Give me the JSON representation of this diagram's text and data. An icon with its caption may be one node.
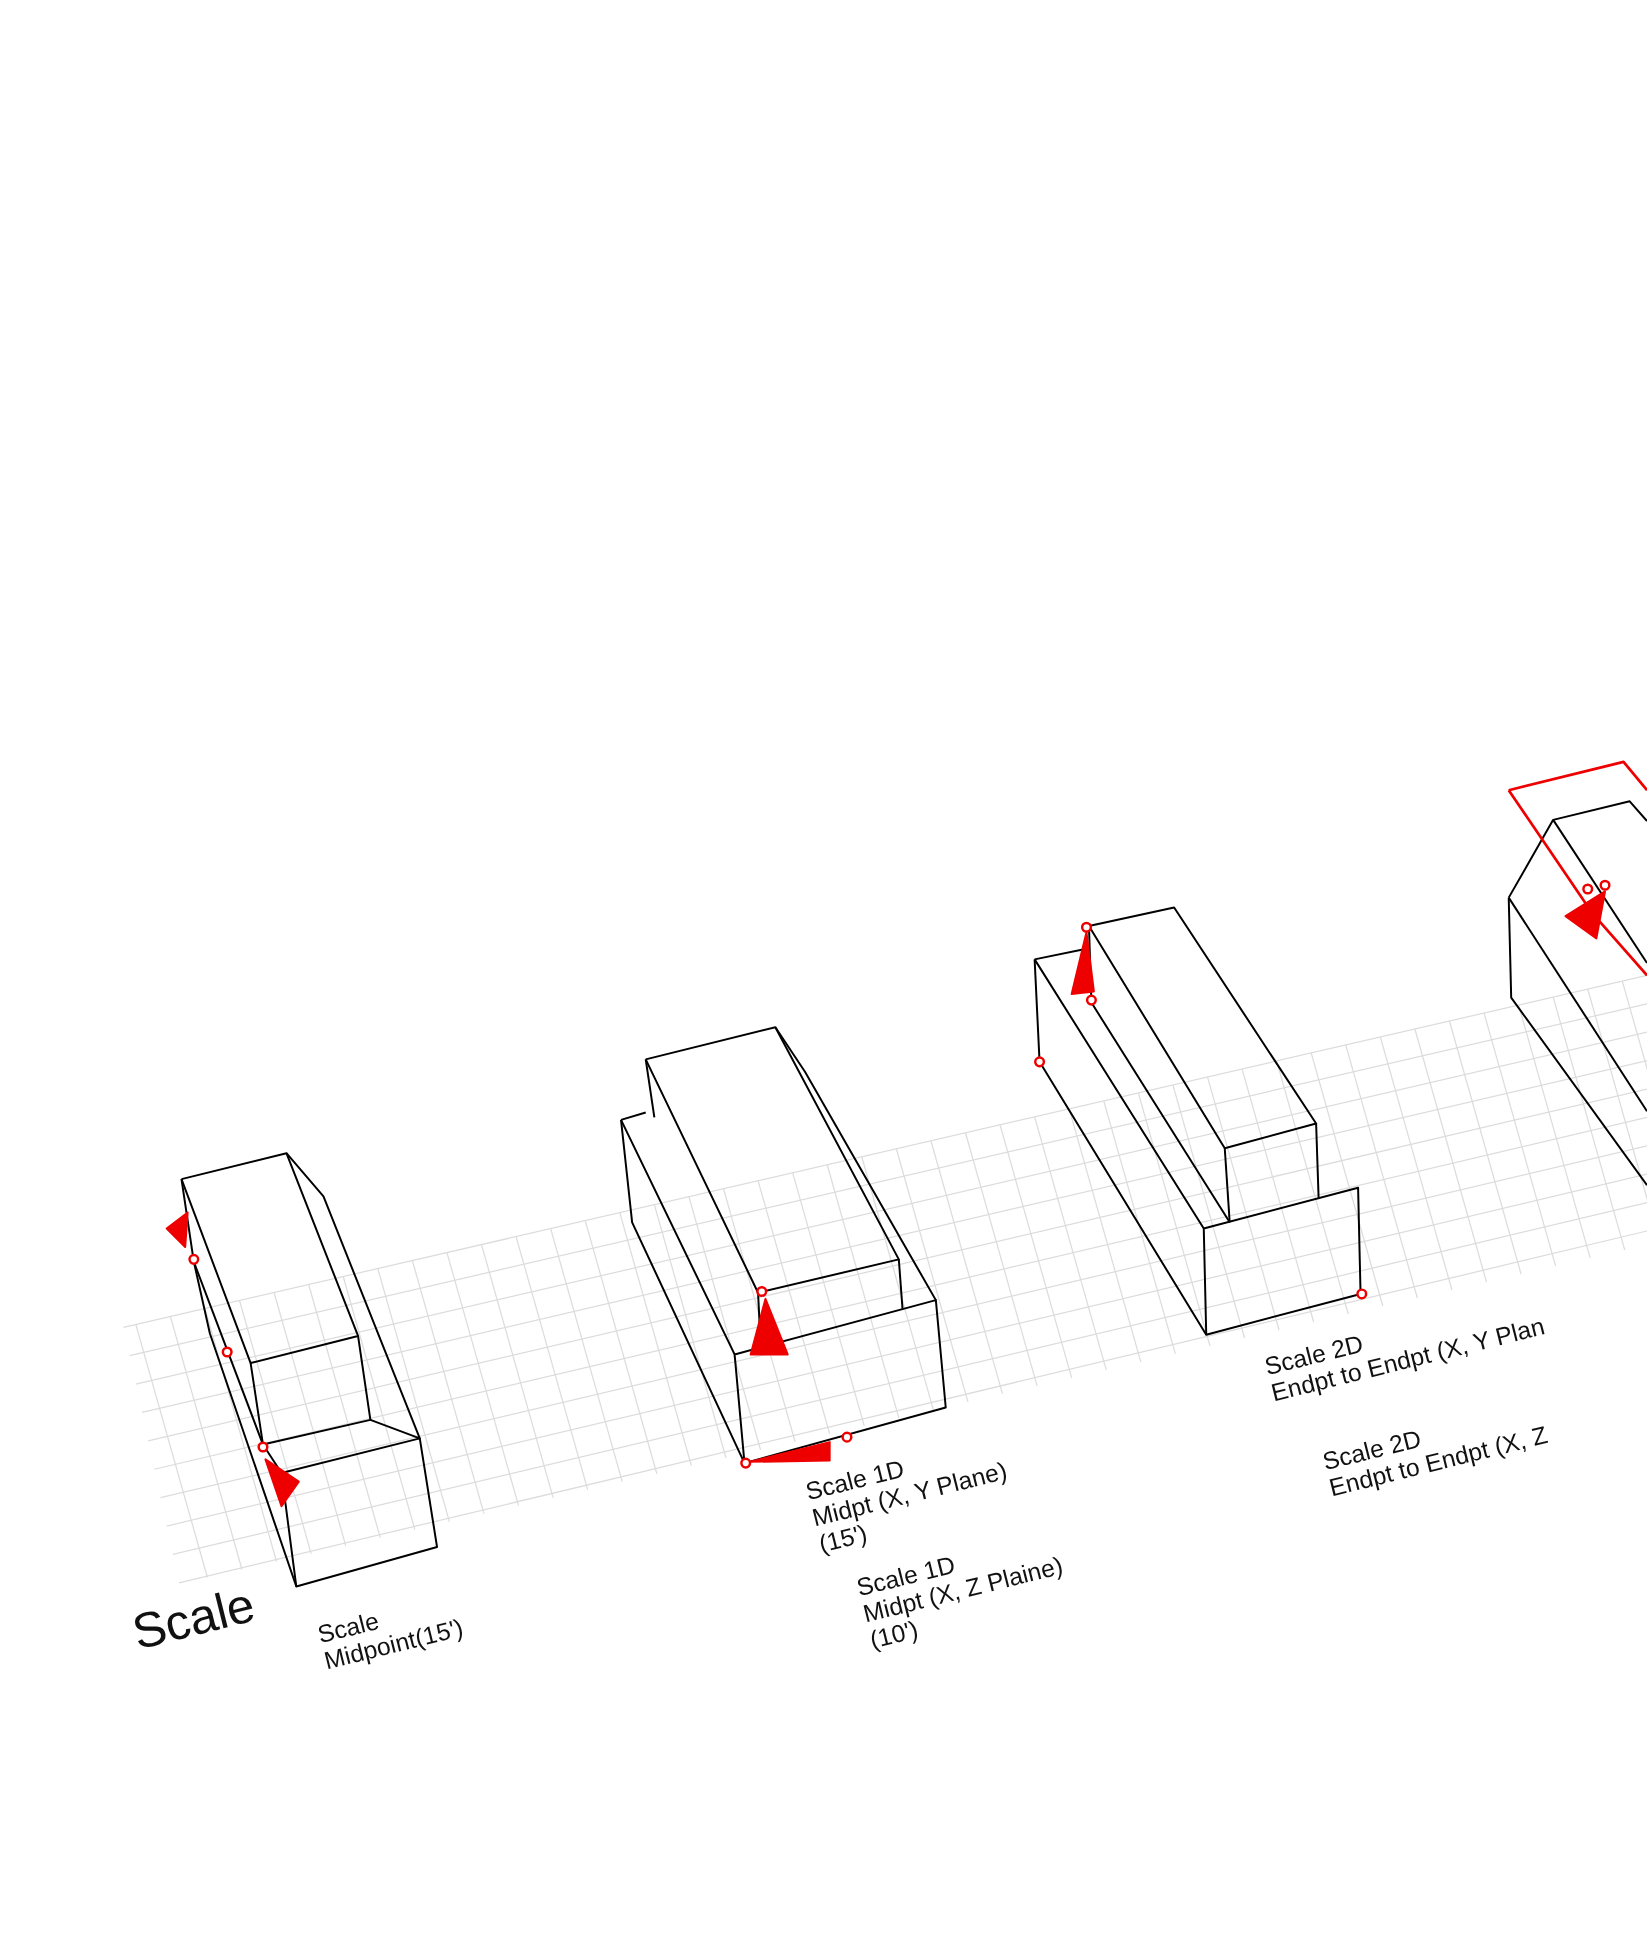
{
  "diagram": {
    "labels": [
      "Scale",
      "Scale Midpoint(15')",
      "Scale 1D Midpt (X, Y Plane) (15')",
      "Scale 1D Midpt (X, Z Plaine) (10')",
      "Scale 2D Endpt to Endpt (X, Y Plan",
      "Scale 2D Endpt to Endpt (X, Z"
    ]
  }
}
